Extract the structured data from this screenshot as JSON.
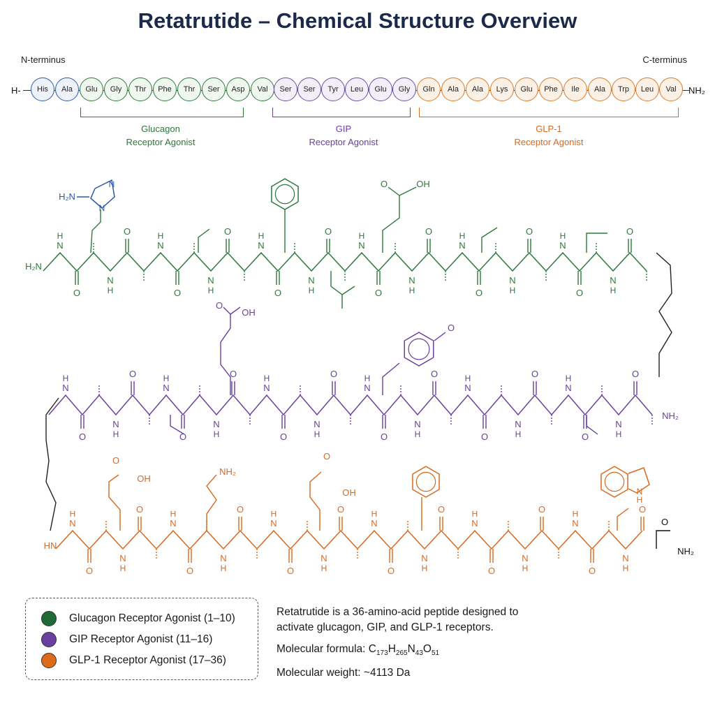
{
  "title": "Retatrutide – Chemical Structure Overview",
  "sequence": {
    "n_terminus_label": "N-terminus",
    "c_terminus_label": "C-terminus",
    "n_end": "H-",
    "c_end": "NH₂",
    "residues": [
      {
        "name": "His",
        "group": "nblue"
      },
      {
        "name": "Ala",
        "group": "nblue"
      },
      {
        "name": "Glu",
        "group": "green"
      },
      {
        "name": "Gly",
        "group": "green"
      },
      {
        "name": "Thr",
        "group": "green"
      },
      {
        "name": "Phe",
        "group": "green"
      },
      {
        "name": "Thr",
        "group": "green"
      },
      {
        "name": "Ser",
        "group": "green"
      },
      {
        "name": "Asp",
        "group": "green"
      },
      {
        "name": "Val",
        "group": "green"
      },
      {
        "name": "Ser",
        "group": "purple"
      },
      {
        "name": "Ser",
        "group": "purple"
      },
      {
        "name": "Tyr",
        "group": "purple"
      },
      {
        "name": "Leu",
        "group": "purple"
      },
      {
        "name": "Glu",
        "group": "purple"
      },
      {
        "name": "Gly",
        "group": "purple"
      },
      {
        "name": "Gln",
        "group": "orange"
      },
      {
        "name": "Ala",
        "group": "orange"
      },
      {
        "name": "Ala",
        "group": "orange"
      },
      {
        "name": "Lys",
        "group": "orange"
      },
      {
        "name": "Glu",
        "group": "orange"
      },
      {
        "name": "Phe",
        "group": "orange"
      },
      {
        "name": "Ile",
        "group": "orange"
      },
      {
        "name": "Ala",
        "group": "orange"
      },
      {
        "name": "Trp",
        "group": "orange"
      },
      {
        "name": "Leu",
        "group": "orange"
      },
      {
        "name": "Val",
        "group": "orange"
      }
    ],
    "brackets": [
      {
        "line1": "Glucagon",
        "line2": "Receptor Agonist",
        "color": "#2c7a3a"
      },
      {
        "line1": "GIP",
        "line2": "Receptor Agonist",
        "color": "#6a3fa0"
      },
      {
        "line1": "GLP-1",
        "line2": "Receptor Agonist",
        "color": "#d9691f"
      }
    ]
  },
  "structure": {
    "green_color": "#2c7a3a",
    "purple_color": "#6a3fa0",
    "orange_color": "#d9691f",
    "blue_color": "#2f56a8",
    "labels": {
      "h2n": "H₂N",
      "nh2": "NH₂",
      "n": "N",
      "h": "H",
      "o": "O",
      "hn": "HN",
      "oh": "OH",
      "cooh": "OH"
    }
  },
  "legend": {
    "items": [
      {
        "label": "Glucagon Receptor Agonist (1–10)",
        "color": "#1f6b35"
      },
      {
        "label": "GIP Receptor Agonist (11–16)",
        "color": "#6a3fa0"
      },
      {
        "label": "GLP-1 Receptor Agonist (17–36)",
        "color": "#de6b1a"
      }
    ]
  },
  "info": {
    "description": "Retatrutide is a 36-amino-acid peptide designed to activate glucagon, GIP, and GLP-1 receptors.",
    "formula_label": "Molecular formula:",
    "formula": {
      "c": "173",
      "h": "265",
      "n": "43",
      "o": "51"
    },
    "weight_label": "Molecular weight:",
    "weight": "~4113 Da"
  }
}
